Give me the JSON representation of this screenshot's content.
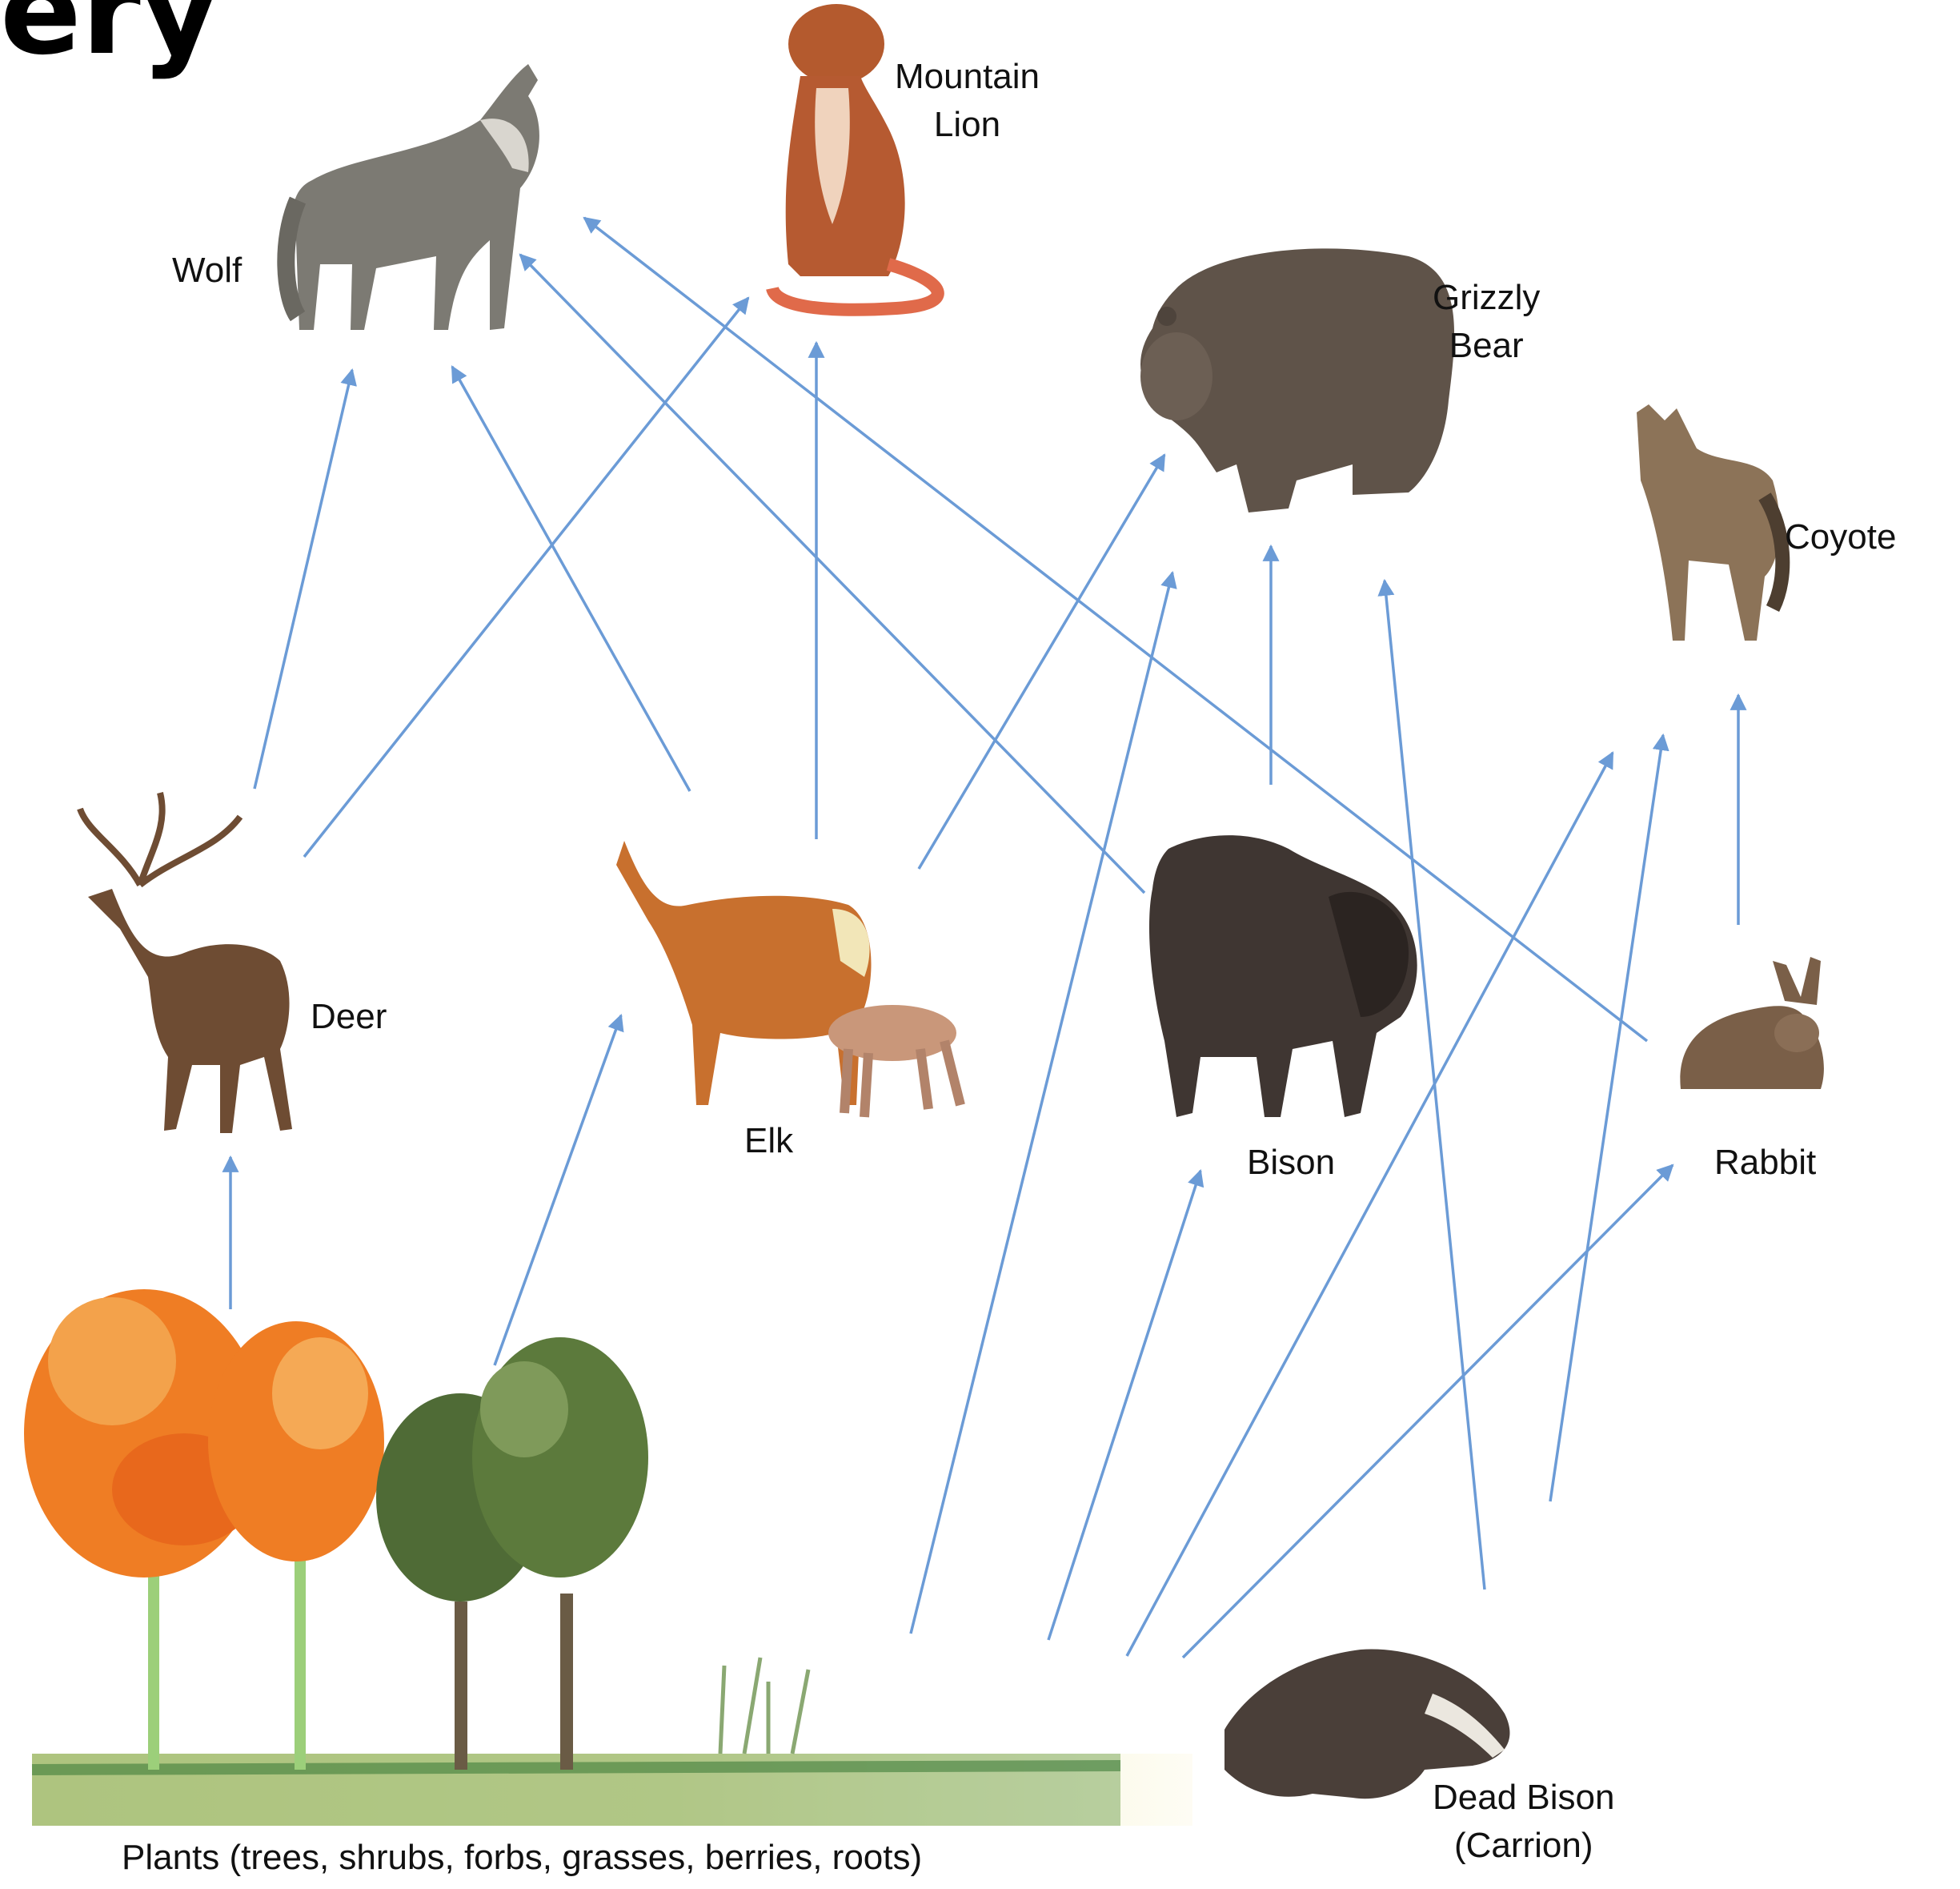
{
  "title_fragment": "ery",
  "colors": {
    "arrow": "#6b9bd6",
    "label": "#111111"
  },
  "nodes": {
    "wolf": "Wolf",
    "mountain_lion": {
      "line1": "Mountain",
      "line2": "Lion"
    },
    "grizzly_bear": {
      "line1": "Grizzly",
      "line2": "Bear"
    },
    "coyote": "Coyote",
    "deer": "Deer",
    "elk": "Elk",
    "bison": "Bison",
    "rabbit": "Rabbit",
    "plants": "Plants (trees, shrubs, forbs, grasses, berries, roots)",
    "dead_bison": {
      "line1": "Dead Bison",
      "line2": "(Carrion)"
    }
  },
  "edges": [
    {
      "from": "deer",
      "to": "wolf"
    },
    {
      "from": "deer",
      "to": "mountain_lion"
    },
    {
      "from": "elk",
      "to": "wolf"
    },
    {
      "from": "elk",
      "to": "mountain_lion"
    },
    {
      "from": "elk",
      "to": "grizzly_bear"
    },
    {
      "from": "bison",
      "to": "wolf"
    },
    {
      "from": "bison",
      "to": "grizzly_bear"
    },
    {
      "from": "rabbit",
      "to": "wolf"
    },
    {
      "from": "rabbit",
      "to": "coyote"
    },
    {
      "from": "plants",
      "to": "deer"
    },
    {
      "from": "plants",
      "to": "elk"
    },
    {
      "from": "plants",
      "to": "grizzly_bear"
    },
    {
      "from": "plants",
      "to": "bison"
    },
    {
      "from": "plants",
      "to": "rabbit"
    },
    {
      "from": "plants",
      "to": "coyote"
    },
    {
      "from": "dead_bison",
      "to": "grizzly_bear"
    },
    {
      "from": "dead_bison",
      "to": "coyote"
    }
  ]
}
